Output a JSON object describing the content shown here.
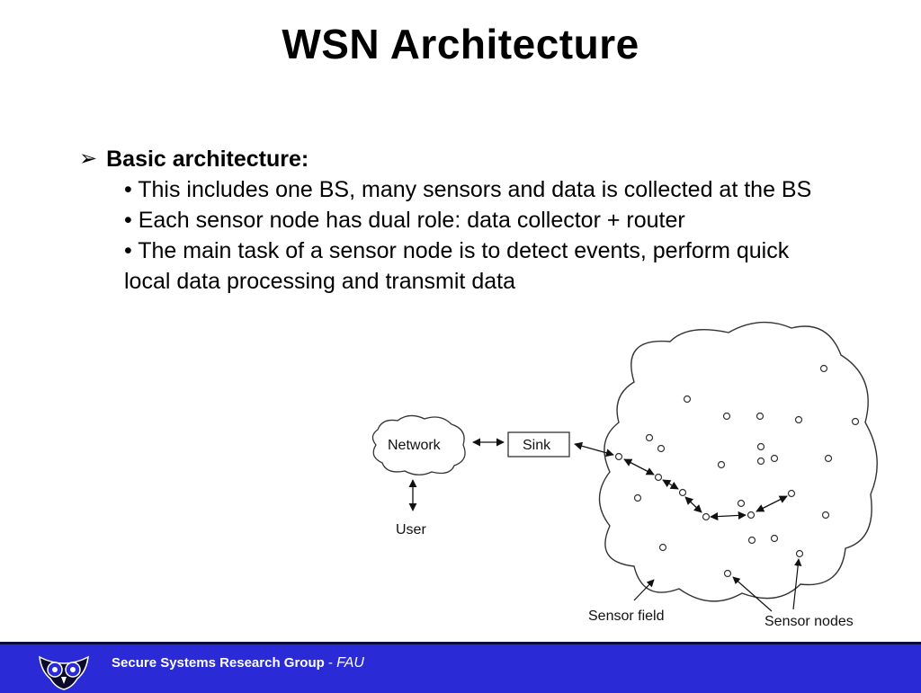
{
  "slide": {
    "title": "WSN  Architecture",
    "heading": "Basic architecture:",
    "bullets": [
      "• This includes one BS, many sensors and data is collected at the BS",
      "• Each sensor node has dual role: data collector + router",
      "• The main task of a sensor node is to detect events, perform quick local data processing and transmit data"
    ]
  },
  "diagram": {
    "network_label": "Network",
    "sink_label": "Sink",
    "user_label": "User",
    "sensor_field_label": "Sensor field",
    "sensor_nodes_label": "Sensor nodes"
  },
  "footer": {
    "group": "Secure Systems Research Group",
    "separator": " - ",
    "org": "FAU",
    "background": "#2a2ad6"
  }
}
